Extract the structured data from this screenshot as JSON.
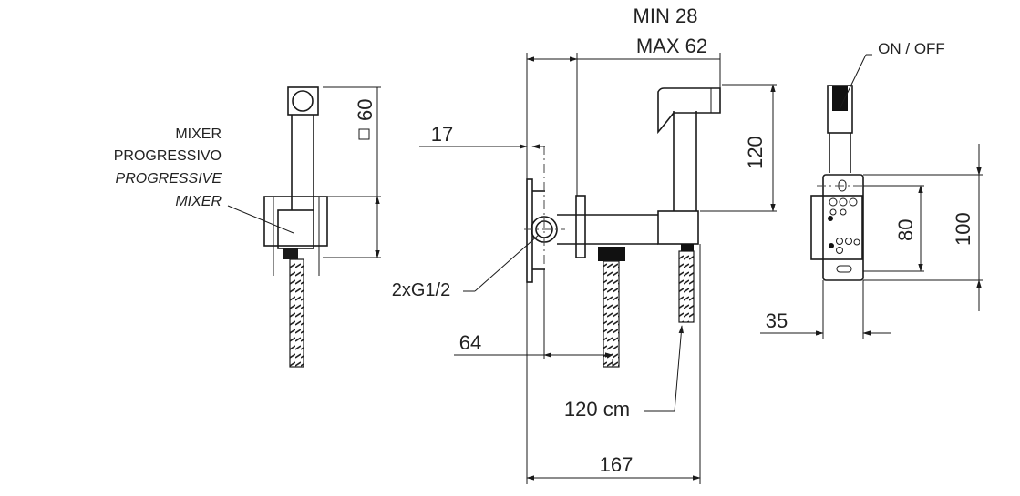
{
  "labels": {
    "min": "MIN 28",
    "max": "MAX 62",
    "on_off": "ON / OFF",
    "square_60": "60",
    "dim_17": "17",
    "dim_120": "120",
    "dim_80": "80",
    "dim_100": "100",
    "dim_35": "35",
    "dim_64": "64",
    "dim_167": "167",
    "hose_length": "120 cm",
    "connection": "2xG1/2",
    "mixer_it_1": "MIXER",
    "mixer_it_2": "PROGRESSIVO",
    "mixer_en_1": "PROGRESSIVE",
    "mixer_en_2": "MIXER"
  }
}
